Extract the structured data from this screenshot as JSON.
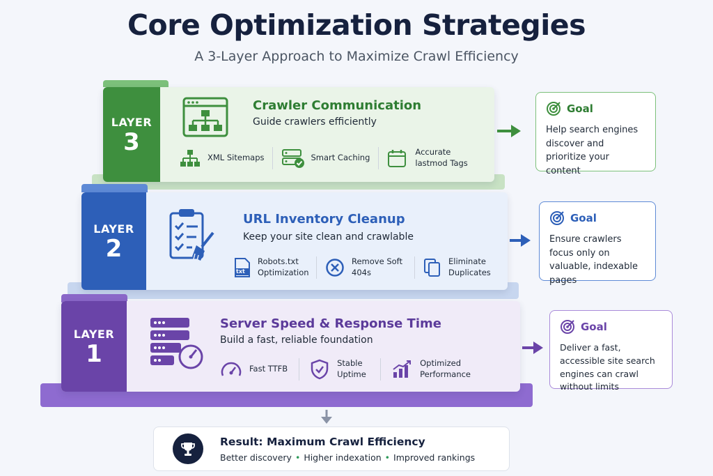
{
  "header": {
    "title": "Core Optimization Strategies",
    "subtitle": "A 3-Layer Approach to Maximize Crawl Efficiency"
  },
  "colors": {
    "green": "#3e8f3e",
    "blue": "#2d5fb8",
    "purple": "#6a44a8"
  },
  "layers": [
    {
      "label": "LAYER",
      "number": "3",
      "heading": "Crawler Communication",
      "description": "Guide crawlers efficiently",
      "main_icon": "sitemap-window-icon",
      "features": [
        {
          "icon": "hierarchy-icon",
          "text": "XML Sitemaps"
        },
        {
          "icon": "server-check-icon",
          "text": "Smart Caching"
        },
        {
          "icon": "calendar-icon",
          "text": "Accurate lastmod Tags"
        }
      ],
      "goal_label": "Goal",
      "goal_text": "Help search engines discover and prioritize your content"
    },
    {
      "label": "LAYER",
      "number": "2",
      "heading": "URL Inventory Cleanup",
      "description": "Keep your site clean and crawlable",
      "main_icon": "clipboard-broom-icon",
      "features": [
        {
          "icon": "txt-file-icon",
          "icon_text": "txt",
          "text": "Robots.txt Optimization"
        },
        {
          "icon": "x-circle-icon",
          "text": "Remove Soft 404s"
        },
        {
          "icon": "duplicate-icon",
          "text": "Eliminate Duplicates"
        }
      ],
      "goal_label": "Goal",
      "goal_text": "Ensure crawlers focus only on valuable, indexable pages"
    },
    {
      "label": "LAYER",
      "number": "1",
      "heading": "Server Speed & Response Time",
      "description": "Build a fast, reliable foundation",
      "main_icon": "server-gauge-icon",
      "features": [
        {
          "icon": "speedometer-icon",
          "text": "Fast TTFB"
        },
        {
          "icon": "shield-check-icon",
          "text": "Stable Uptime"
        },
        {
          "icon": "bar-chart-icon",
          "text": "Optimized Performance"
        }
      ],
      "goal_label": "Goal",
      "goal_text": "Deliver a fast, accessible site search engines can crawl without limits"
    }
  ],
  "result": {
    "title": "Result: Maximum Crawl Efficiency",
    "items": [
      "Better discovery",
      "Higher indexation",
      "Improved rankings"
    ]
  }
}
